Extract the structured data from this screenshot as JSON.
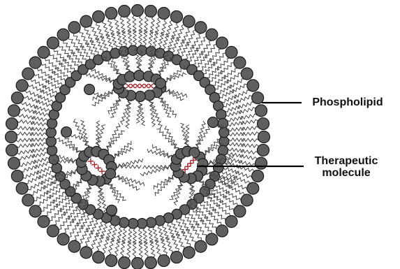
{
  "labels": {
    "phospholipid": "Phospholipid",
    "therapeutic_line1": "Therapeutic",
    "therapeutic_line2": "molecule"
  },
  "colors": {
    "head": "#5f5f5f",
    "head_stroke": "#1a1a1a",
    "tail": "#444444",
    "cargo": "#b0202a",
    "leader": "#000000"
  },
  "structure": {
    "outer_layer": "phospholipid-bilayer",
    "inner_complexes": 3,
    "free_heads": 4
  }
}
